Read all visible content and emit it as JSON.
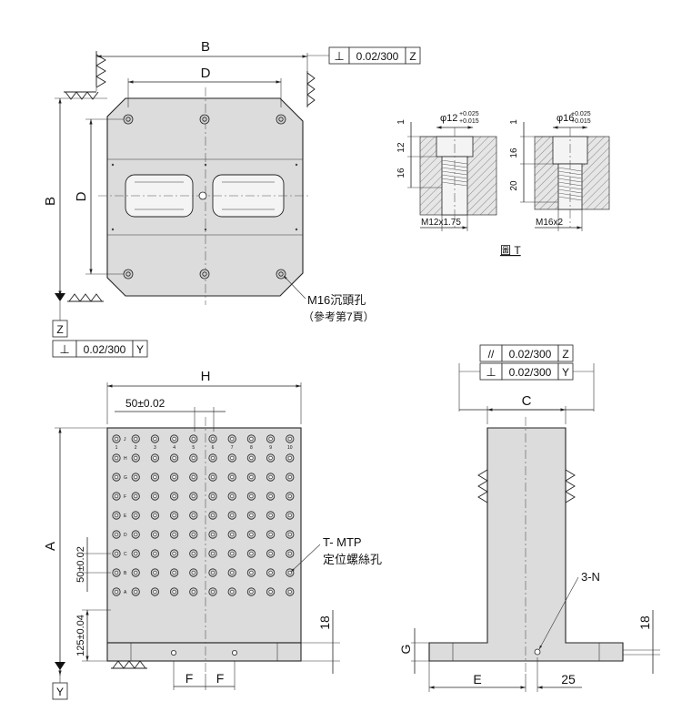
{
  "top_view": {
    "dim_overall_width": "B",
    "dim_inner_width": "D",
    "dim_overall_height": "B",
    "dim_inner_height": "D",
    "callout_label": "M16沉頭孔",
    "callout_note": "（參考第7頁）",
    "datum_z": "Z",
    "tol_top": {
      "symbol": "⊥",
      "value": "0.02/300",
      "datum": "Z"
    },
    "tol_bottom": {
      "symbol": "⊥",
      "value": "0.02/300",
      "datum": "Y"
    }
  },
  "detail_t": {
    "caption": "圖 T",
    "left": {
      "dia": "φ12",
      "tol_upper": "+0.025",
      "tol_lower": "+0.015",
      "depth_top": "1",
      "depth_counterbore": "12",
      "depth_thread": "16",
      "thread": "M12x1.75"
    },
    "right": {
      "dia": "φ16",
      "tol_upper": "+0.025",
      "tol_lower": "+0.015",
      "depth_top": "1",
      "depth_counterbore": "16",
      "depth_thread": "20",
      "thread": "M16x2"
    }
  },
  "front_view": {
    "dim_width": "H",
    "dim_pitch_x": "50±0.02",
    "dim_height": "A",
    "dim_pitch_y": "50±0.02",
    "dim_bottom_offset": "125±0.04",
    "dim_base_height": "18",
    "dim_f_left": "F",
    "dim_f_right": "F",
    "callout_label": "T- MTP",
    "callout_note": "定位螺絲孔",
    "datum_y": "Y",
    "column_numbers": [
      "1",
      "2",
      "3",
      "4",
      "5",
      "6",
      "7",
      "8",
      "9",
      "10"
    ],
    "row_letters": [
      "J",
      "H",
      "G",
      "F",
      "E",
      "D",
      "C",
      "B",
      "A"
    ]
  },
  "side_view": {
    "tol_parallel": {
      "symbol": "//",
      "value": "0.02/300",
      "datum": "Z"
    },
    "tol_perp": {
      "symbol": "⊥",
      "value": "0.02/300",
      "datum": "Y"
    },
    "dim_width": "C",
    "dim_base_height": "G",
    "dim_offset": "E",
    "dim_hole_offset": "25",
    "dim_right_height": "18",
    "callout_label": "3-N"
  }
}
